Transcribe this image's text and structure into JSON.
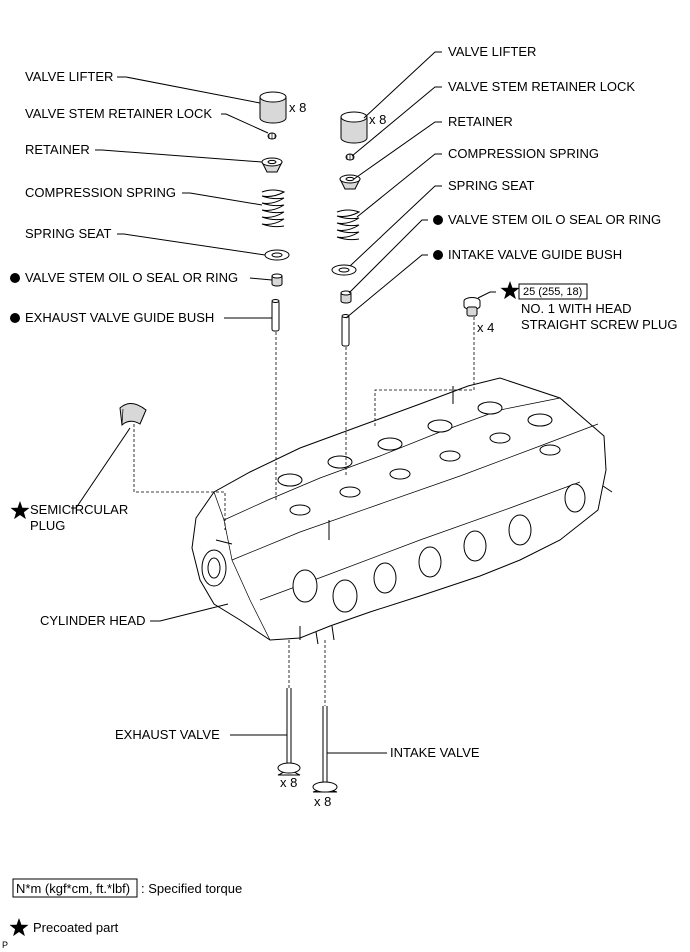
{
  "left_labels": {
    "valve_lifter": "VALVE LIFTER",
    "valve_stem_retainer_lock": "VALVE STEM RETAINER LOCK",
    "retainer": "RETAINER",
    "compression_spring": "COMPRESSION SPRING",
    "spring_seat": "SPRING SEAT",
    "valve_stem_oil_seal": "VALVE STEM OIL O SEAL OR RING",
    "exhaust_valve_guide_bush": "EXHAUST VALVE GUIDE BUSH",
    "semicircular_plug_line1": "SEMICIRCULAR",
    "semicircular_plug_line2": "PLUG",
    "cylinder_head": "CYLINDER HEAD",
    "exhaust_valve": "EXHAUST VALVE"
  },
  "right_labels": {
    "valve_lifter": "VALVE LIFTER",
    "valve_stem_retainer_lock": "VALVE STEM RETAINER LOCK",
    "retainer": "RETAINER",
    "compression_spring": "COMPRESSION SPRING",
    "spring_seat": "SPRING SEAT",
    "valve_stem_oil_seal": "VALVE STEM OIL O SEAL OR RING",
    "intake_valve_guide_bush": "INTAKE VALVE GUIDE BUSH",
    "screw_plug_line1": "NO. 1 WITH HEAD",
    "screw_plug_line2": "STRAIGHT SCREW PLUG",
    "intake_valve": "INTAKE VALVE"
  },
  "torque_value": "25 (255, 18)",
  "quantities": {
    "left_lifter": "x 8",
    "right_lifter": "x 8",
    "screw_plug": "x 4",
    "exhaust_valve": "x 8",
    "intake_valve": "x 8"
  },
  "legend": {
    "torque_box": "N*m (kgf*cm, ft.*lbf)",
    "torque_text": ": Specified torque",
    "precoated_text": "Precoated part"
  },
  "corner_mark": "P"
}
